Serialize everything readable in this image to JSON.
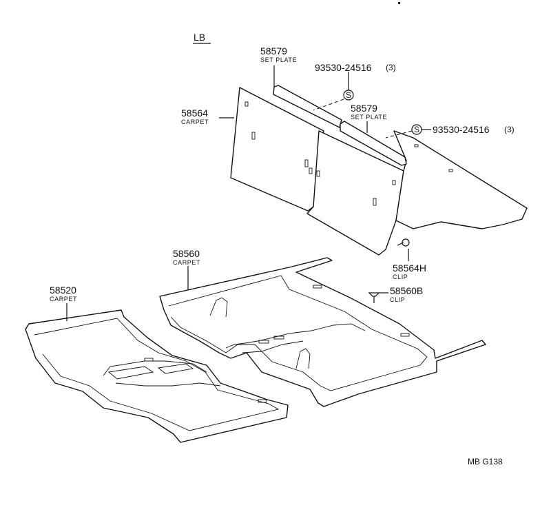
{
  "variant_label": "LB",
  "drawing_code": "MB G138",
  "callouts": {
    "set_plate_left": {
      "part_no": "58579",
      "name": "SET PLATE"
    },
    "set_plate_right": {
      "part_no": "58579",
      "name": "SET PLATE"
    },
    "screw_upper": {
      "symbol": "S",
      "part_no": "93530-24516",
      "qty": "(3)"
    },
    "screw_lower": {
      "symbol": "S",
      "part_no": "93530-24516",
      "qty": "(3)"
    },
    "carpet_rear": {
      "part_no": "58564",
      "name": "CARPET"
    },
    "clip_rear": {
      "part_no": "58564H",
      "name": "CLIP"
    },
    "clip_floor": {
      "part_no": "58560B",
      "name": "CLIP"
    },
    "carpet_floor_rear": {
      "part_no": "58560",
      "name": "CARPET"
    },
    "carpet_floor_front": {
      "part_no": "58520",
      "name": "CARPET"
    }
  }
}
